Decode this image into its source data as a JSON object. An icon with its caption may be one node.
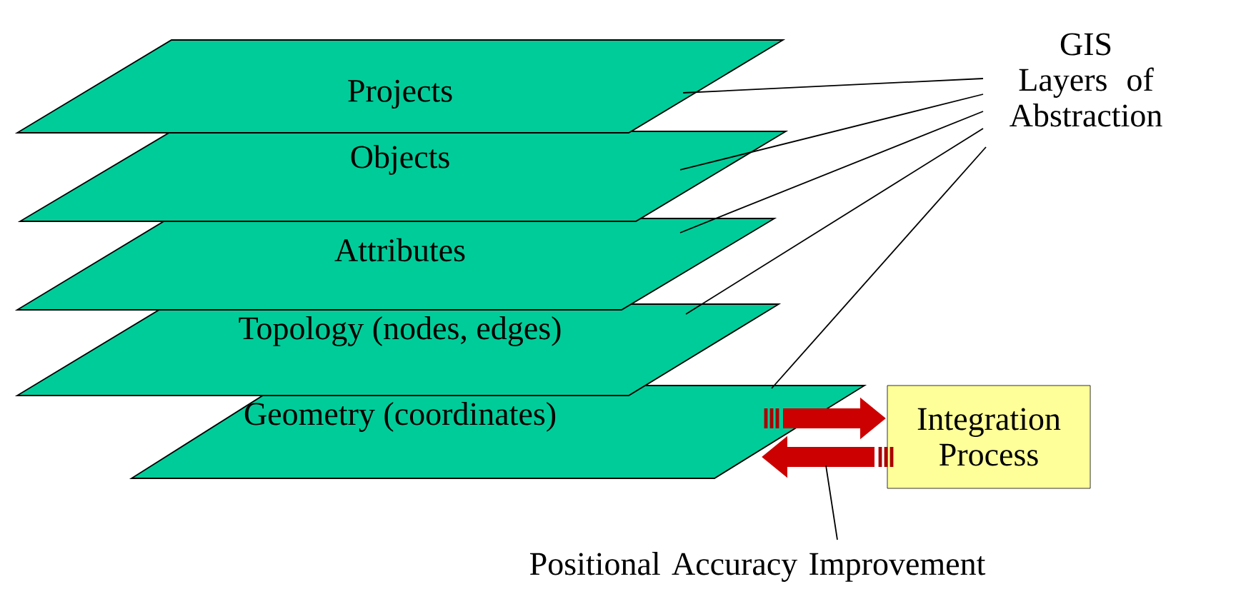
{
  "diagram": {
    "nodes": [
      {
        "text": [
          "Projects"
        ]
      },
      {
        "text": [
          "Objects"
        ]
      },
      {
        "text": [
          "Attributes"
        ]
      },
      {
        "text": [
          "Topology (nodes, edges)"
        ]
      },
      {
        "text": [
          "Geometry (coordinates)"
        ]
      },
      {
        "text": [
          "GIS Layers of Abstraction"
        ]
      },
      {
        "text": [
          "Integration Process"
        ]
      },
      {
        "text": [
          "Positional Accuracy Improvement"
        ]
      }
    ],
    "edges": [
      {
        "from": 5,
        "to": 0,
        "arrow": "none"
      },
      {
        "from": 5,
        "to": 1,
        "arrow": "none"
      },
      {
        "from": 5,
        "to": 2,
        "arrow": "none"
      },
      {
        "from": 5,
        "to": 3,
        "arrow": "none"
      },
      {
        "from": 5,
        "to": 4,
        "arrow": "none"
      },
      {
        "from": 4,
        "to": 6,
        "arrow": "to",
        "style": "thick",
        "color": "#cc0000"
      },
      {
        "from": 6,
        "to": 4,
        "arrow": "to",
        "style": "thick",
        "color": "#cc0000"
      },
      {
        "from": 7,
        "to": null,
        "arrow": "none"
      }
    ]
  }
}
